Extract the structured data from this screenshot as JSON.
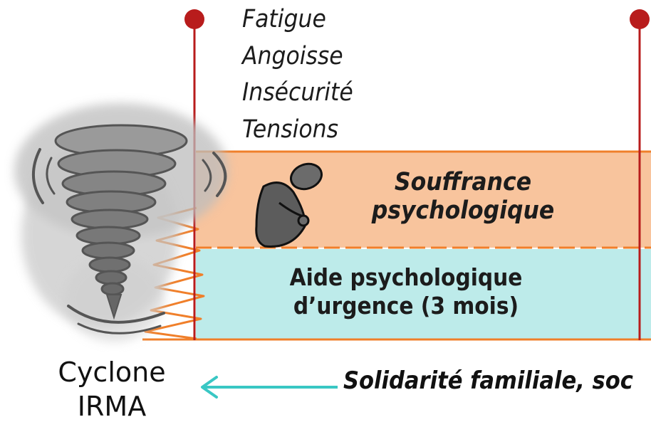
{
  "symptoms": [
    "Fatigue",
    "Angoisse",
    "Insécurité",
    "Tensions"
  ],
  "suffering": {
    "line1": "Souffrance",
    "line2": "psychologique"
  },
  "aid": {
    "line1": "Aide psychologique",
    "line2": "d’urgence (3 mois)"
  },
  "event": {
    "line1": "Cyclone",
    "line2": "IRMA"
  },
  "solidarity": "Solidarité familiale, soc",
  "colors": {
    "pin": "#b81c1c",
    "suffering_band": "#f8c49d",
    "suffering_border": "#f07f2a",
    "aid_band": "#bdebea",
    "arrow": "#39c7c4",
    "cyclone_gray": "#6f6f6f"
  },
  "icons": {
    "timeline_pin": "pin-icon",
    "person": "sitting-person-icon",
    "cyclone": "tornado-icon",
    "arrow": "arrow-left-icon"
  }
}
